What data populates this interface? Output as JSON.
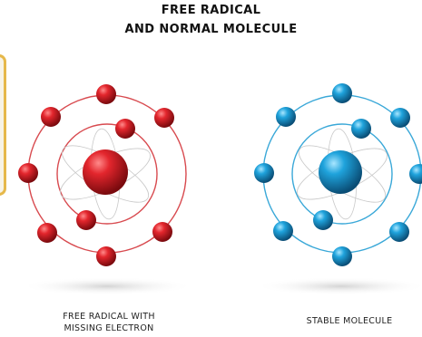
{
  "title": {
    "line1": "FREE RADICAL",
    "line2": "AND NORMAL MOLECULE"
  },
  "left_diagram": {
    "caption_line1": "FREE RADICAL  WITH",
    "caption_line2": "MISSING ELECTRON",
    "color": "#d81f26",
    "outer_electrons": 7,
    "inner_electrons": 2
  },
  "right_diagram": {
    "caption": "STABLE MOLECULE",
    "color": "#1f9bd1",
    "outer_electrons": 8,
    "inner_electrons": 2
  }
}
